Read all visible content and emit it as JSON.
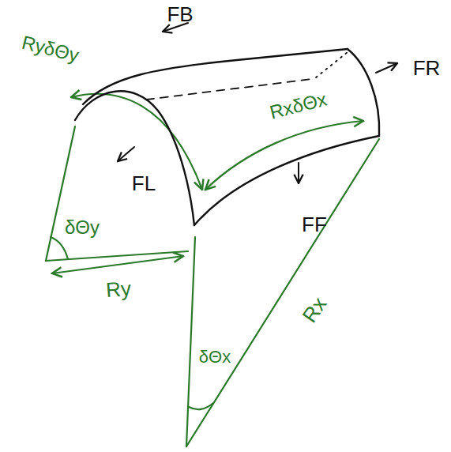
{
  "diagram": {
    "labels": [
      "FB",
      "FR",
      "FL",
      "FF",
      "RyδΘy",
      "RxδΘx",
      "δΘy",
      "Ry",
      "Rx",
      "δΘx"
    ]
  }
}
